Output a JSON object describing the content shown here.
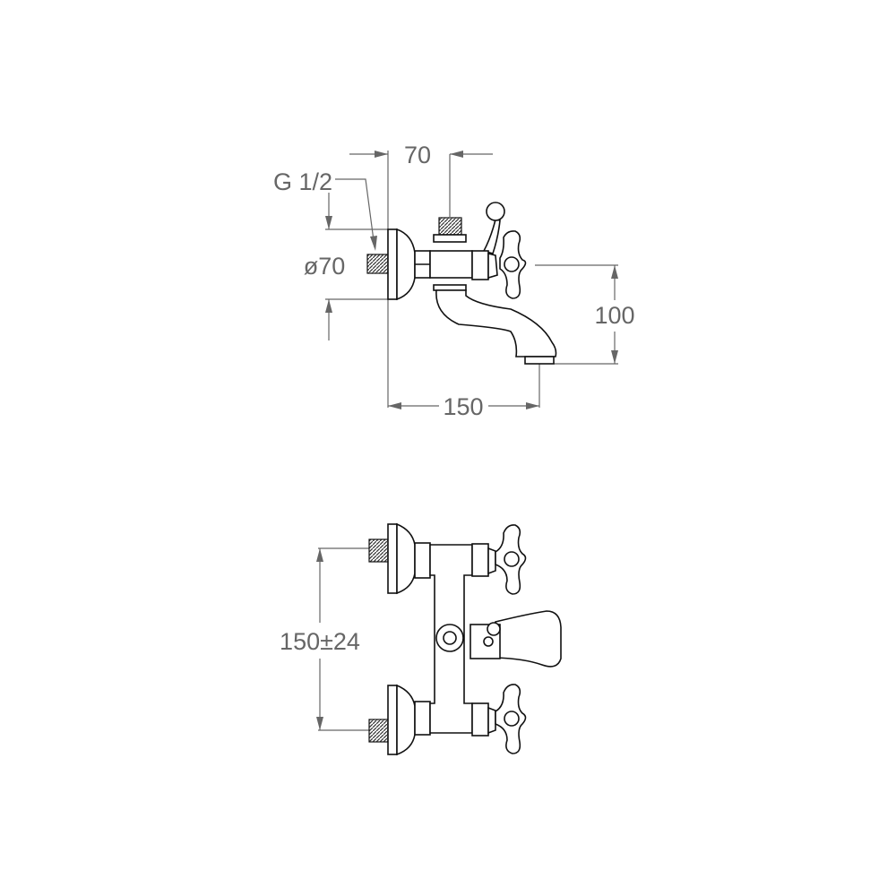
{
  "top_view": {
    "dim_depth": "70",
    "dim_thread": "G 1/2",
    "dim_plate_diameter": "ø70",
    "dim_spout_height": "100",
    "dim_spout_reach": "150"
  },
  "front_view": {
    "dim_center_distance": "150±24"
  }
}
